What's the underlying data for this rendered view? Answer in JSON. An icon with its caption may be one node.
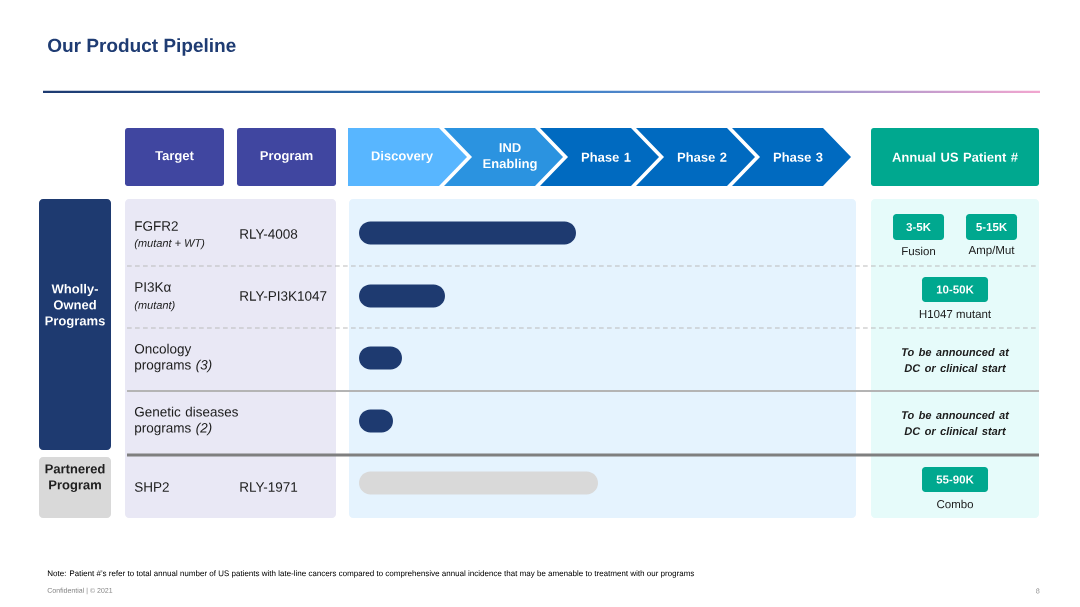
{
  "diagram": {
    "title": "Our Product Pipeline",
    "nodes": [
      {
        "text": [
          "Target"
        ]
      },
      {
        "text": [
          "Program"
        ]
      },
      {
        "text": [
          "Discovery"
        ]
      },
      {
        "text": [
          "IND Enabling"
        ]
      },
      {
        "text": [
          "Phase 1"
        ]
      },
      {
        "text": [
          "Phase 2"
        ]
      },
      {
        "text": [
          "Phase 3"
        ]
      },
      {
        "text": [
          "Annual US Patient #"
        ]
      },
      {
        "text": [
          "Wholly- Owned Programs"
        ]
      },
      {
        "text": [
          "Partnered Program"
        ]
      },
      {
        "text": [
          "3-5K"
        ],
        "beside": [
          "Fusion"
        ]
      },
      {
        "text": [
          "5-15K"
        ],
        "beside": [
          "Amp/Mut"
        ]
      },
      {
        "text": [
          "10-50K"
        ],
        "beside": [
          "H1047 mutant"
        ]
      },
      {
        "text": [
          "55-90K"
        ],
        "beside": [
          "Combo"
        ]
      }
    ],
    "labels": [
      "FGFR2",
      "(mutant + WT)",
      "RLY-4008",
      "PI3Kα",
      "(mutant)",
      "RLY-PI3K1047",
      "Oncology programs *(3)*",
      "To be announced at DC or clinical start",
      "Genetic diseases programs *(2)*",
      "To be announced at DC or clinical start",
      "SHP2",
      "RLY-1971",
      "Note: Patient #’s refer to total annual number of US patients with late-line cancers compared to comprehensive annual incidence that may be amenable to treatment with our programs",
      "Confidential | © 2021",
      "8"
    ]
  }
}
